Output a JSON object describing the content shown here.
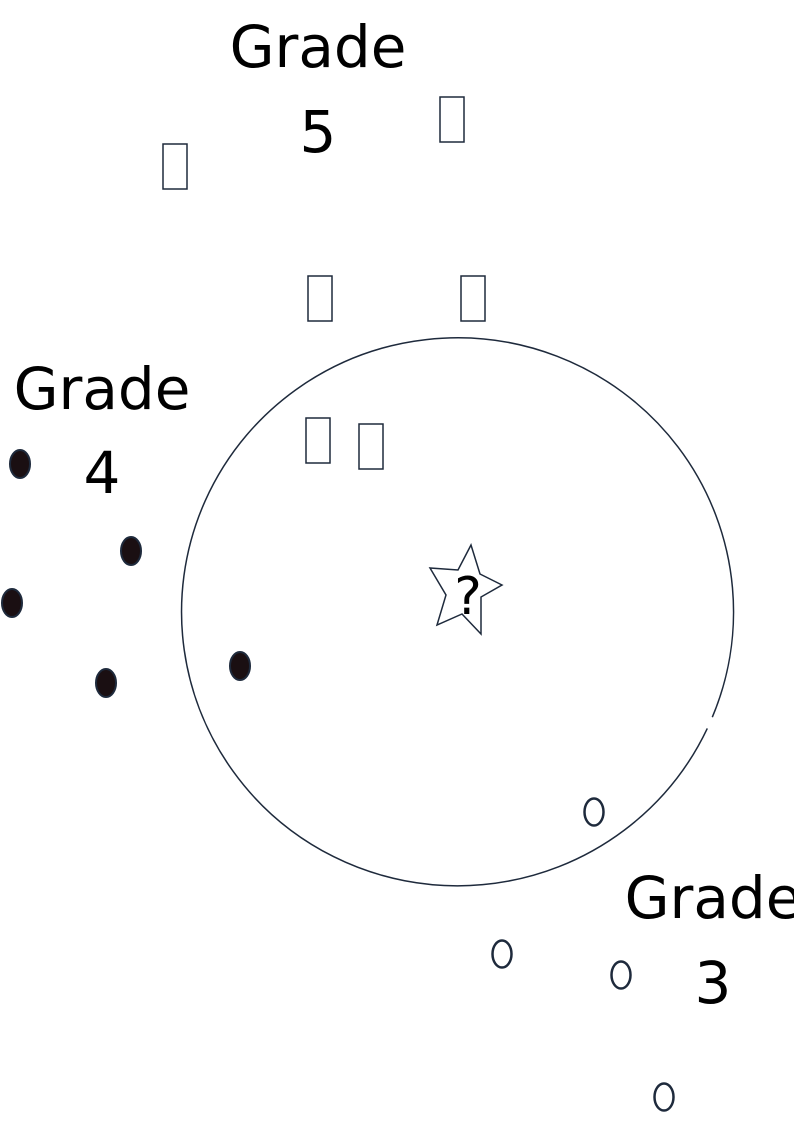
{
  "groups": {
    "grade5": {
      "line1": "Grade",
      "line2": "5",
      "marker": "hollow-square",
      "points": 6
    },
    "grade4": {
      "line1": "Grade",
      "line2": "4",
      "marker": "filled-dot",
      "points": 5
    },
    "grade3": {
      "line1": "Grade",
      "line2": "3",
      "marker": "hollow-circle",
      "points": 4
    }
  },
  "query": {
    "label": "?",
    "marker": "star"
  },
  "colors": {
    "stroke": "#1e2a3c",
    "dot_fill": "#1a0f12",
    "text": "#000000"
  }
}
